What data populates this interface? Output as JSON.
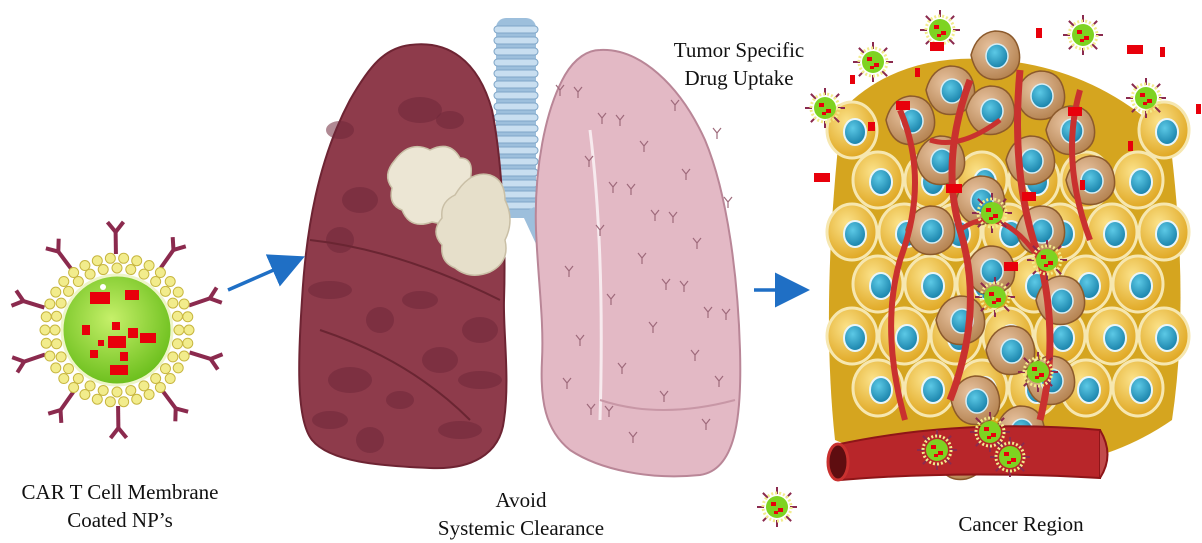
{
  "labels": {
    "np_line1": "CAR T Cell Membrane",
    "np_line2": "Coated NP’s",
    "lung_line1": "Avoid",
    "lung_line2": "Systemic Clearance",
    "uptake_line1": "Tumor Specific",
    "uptake_line2": "Drug Uptake",
    "cancer": "Cancer Region"
  },
  "colors": {
    "np_core": "#7ed321",
    "membrane_bead": "#f2ec8c",
    "antibody": "#8b2a4e",
    "drug": "#e8000b",
    "arrow": "#1f6fc5",
    "diseased_lung": "#8e3b4b",
    "healthy_lung": "#e3b9c5",
    "trachea": "#a9c7e0",
    "tumor_mass": "#cfa27a",
    "healthy_cell": "#f4c64a",
    "nucleus": "#2a9fc4",
    "vessel": "#c9312f"
  },
  "icons": [
    "antibody-icon",
    "drug-payload-icon",
    "nanoparticle-icon",
    "arrow-icon"
  ]
}
